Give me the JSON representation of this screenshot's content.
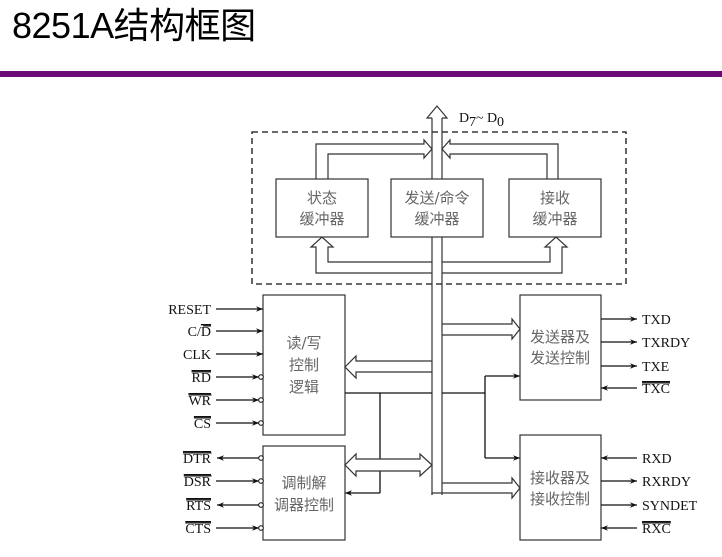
{
  "title": "8251A结构框图",
  "colors": {
    "accent_rule": "#6a0a74",
    "line": "#222222",
    "block_text": "#666666"
  },
  "bus": {
    "label": "D",
    "sub_hi": "7",
    "tilde": "~",
    "sub_lo": "0"
  },
  "buffers": {
    "status": {
      "line1": "状态",
      "line2": "缓冲器"
    },
    "send_cmd": {
      "line1": "发送/命令",
      "line2": "缓冲器"
    },
    "receive": {
      "line1": "接收",
      "line2": "缓冲器"
    }
  },
  "rw_control": {
    "label": [
      "读/写",
      "控制",
      "逻辑"
    ],
    "inputs": [
      {
        "name": "RESET",
        "overline": "",
        "active_low": false
      },
      {
        "name": "C/",
        "overline": "D",
        "active_low": false
      },
      {
        "name": "CLK",
        "overline": "",
        "active_low": false
      },
      {
        "name": "",
        "overline": "RD",
        "active_low": true
      },
      {
        "name": "",
        "overline": "WR",
        "active_low": true
      },
      {
        "name": "",
        "overline": "CS",
        "active_low": true
      }
    ]
  },
  "modem_control": {
    "label": [
      "调制解",
      "调器控制"
    ],
    "signals": [
      {
        "overline": "DTR",
        "direction": "out"
      },
      {
        "overline": "DSR",
        "direction": "in"
      },
      {
        "overline": "RTS",
        "direction": "out"
      },
      {
        "overline": "CTS",
        "direction": "in"
      }
    ]
  },
  "transmitter": {
    "label": [
      "发送器及",
      "发送控制"
    ],
    "signals": [
      {
        "name": "TXD",
        "overline": "",
        "direction": "out"
      },
      {
        "name": "TXRDY",
        "overline": "",
        "direction": "out"
      },
      {
        "name": "TXE",
        "overline": "",
        "direction": "out"
      },
      {
        "name": "",
        "overline": "TXC",
        "direction": "in"
      }
    ]
  },
  "receiver": {
    "label": [
      "接收器及",
      "接收控制"
    ],
    "signals": [
      {
        "name": "RXD",
        "overline": "",
        "direction": "in"
      },
      {
        "name": "RXRDY",
        "overline": "",
        "direction": "out"
      },
      {
        "name": "SYNDET",
        "overline": "",
        "direction": "out"
      },
      {
        "name": "",
        "overline": "RXC",
        "direction": "in"
      }
    ]
  }
}
